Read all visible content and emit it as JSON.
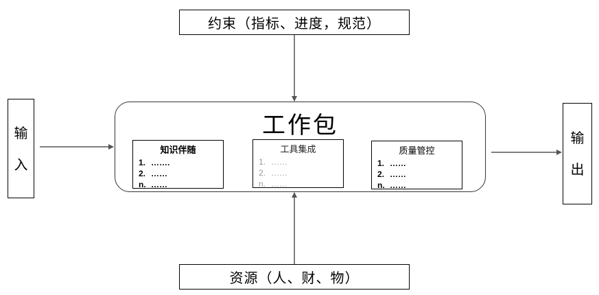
{
  "constraints": {
    "label": "约束（指标、进度，规范）"
  },
  "resources": {
    "label": "资源（人、财、物）"
  },
  "input": {
    "chars": [
      "输",
      "入"
    ]
  },
  "output": {
    "chars": [
      "输",
      "出"
    ]
  },
  "work_package": {
    "title": "工作包",
    "modules": [
      {
        "title": "知识伴随",
        "items": [
          {
            "index": "1.",
            "text": "……."
          },
          {
            "index": "2.",
            "text": "……"
          },
          {
            "index": "n.",
            "text": "……"
          }
        ]
      },
      {
        "title": "工具集成",
        "items": [
          {
            "index": "1.",
            "text": "……"
          },
          {
            "index": "2.",
            "text": "……"
          },
          {
            "index": "n.",
            "text": "……"
          }
        ]
      },
      {
        "title": "质量管控",
        "items": [
          {
            "index": "1.",
            "text": "……"
          },
          {
            "index": "2.",
            "text": "……"
          },
          {
            "index": "n.",
            "text": "……"
          }
        ]
      }
    ]
  },
  "colors": {
    "line": "#555555",
    "text_faint": "#999999"
  }
}
